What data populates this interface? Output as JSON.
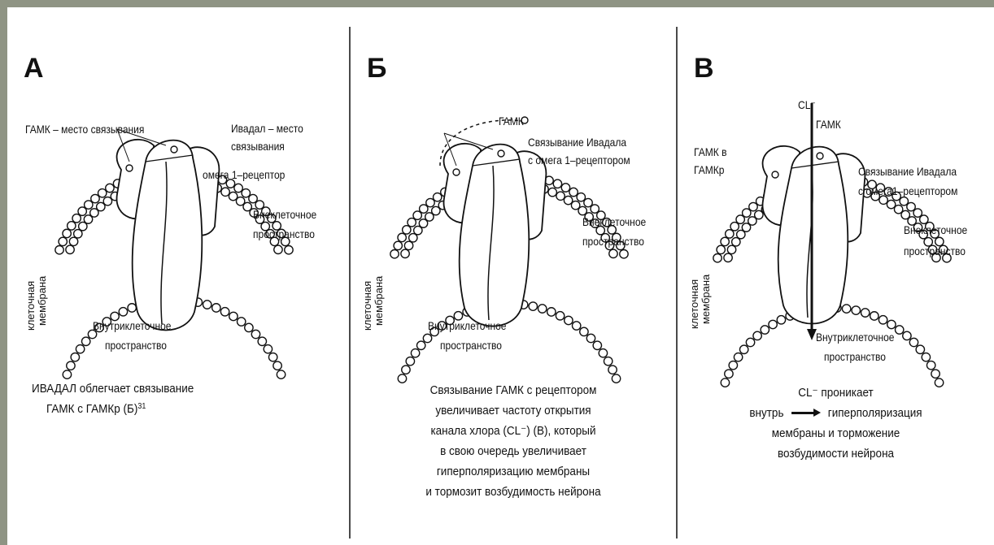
{
  "panels": {
    "a": {
      "letter": "А",
      "gaba_site": "ГАМК – место связывания",
      "ivadal_site_1": "Ивадал – место",
      "ivadal_site_2": "связывания",
      "omega_receptor": "омега 1–рецептор",
      "extracellular_1": "Внеклеточное",
      "extracellular_2": "пространство",
      "membrane_1": "клеточная",
      "membrane_2": "мембрана",
      "intracellular_1": "Внутриклеточное",
      "intracellular_2": "пространство",
      "caption_line1": "ИВАДАЛ облегчает связывание",
      "caption_line2": "ГАМК с ГАМКр  (Б)",
      "caption_sup": "31"
    },
    "b": {
      "letter": "Б",
      "gaba": "ГАМК",
      "binding_1": "Связывание Ивадала",
      "binding_2": "с омега 1–рецептором",
      "extracellular_1": "Внеклеточное",
      "extracellular_2": "пространство",
      "membrane_1": "клеточная",
      "membrane_2": "мембрана",
      "intracellular_1": "Внутриклеточное",
      "intracellular_2": "пространство",
      "caption": [
        "Связывание ГАМК с рецептором",
        "увеличивает частоту открытия",
        "канала хлора (CL⁻) (В), который",
        "в свою очередь увеличивает",
        "гиперполяризацию мембраны",
        "и тормозит возбудимость нейрона"
      ]
    },
    "c": {
      "letter": "В",
      "cl_ion": "CL⁻",
      "gaba": "ГАМК",
      "gaba_in_1": "ГАМК в",
      "gaba_in_2": "ГАМКр",
      "binding_1": "Связывание Ивадала",
      "binding_2": "с омега1–рецептором",
      "extracellular_1": "Внеклеточное",
      "extracellular_2": "пространство",
      "membrane_1": "клеточная",
      "membrane_2": "мембрана",
      "intracellular_1": "Внутриклеточное",
      "intracellular_2": "пространство",
      "caption_line1": "CL⁻ проникает",
      "caption_line2_left": "внутрь",
      "caption_line2_right": "гиперполяризация",
      "caption_line3": "мембраны и торможение",
      "caption_line4": "возбудимости нейрона"
    }
  }
}
